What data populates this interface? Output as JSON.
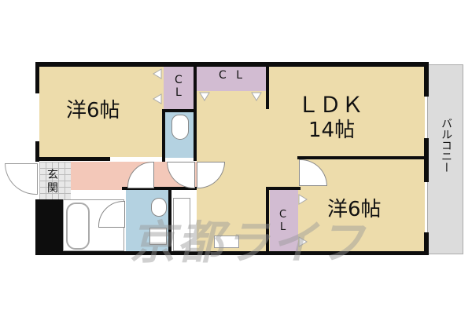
{
  "floorplan": {
    "rooms": {
      "western_room_1": {
        "label": "洋6帖",
        "type": "Western-style room",
        "size_jo": 6
      },
      "ldk": {
        "label_line1": "ＬＤＫ",
        "label_line2": "14帖",
        "type": "Living/Dining/Kitchen",
        "size_jo": 14
      },
      "western_room_2": {
        "label": "洋6帖",
        "type": "Western-style room",
        "size_jo": 6
      },
      "closet_1": {
        "label_line1": "C",
        "label_line2": "L"
      },
      "closet_2": {
        "label": "C L"
      },
      "closet_3": {
        "label_line1": "C",
        "label_line2": "L"
      },
      "entrance": {
        "label_line1": "玄",
        "label_line2": "関"
      },
      "balcony": {
        "label": "バルコニー"
      }
    },
    "watermark": {
      "text": "京都ライフ"
    },
    "colors": {
      "room_floor": "#eddcab",
      "closet": "#d2bcd2",
      "wet_area": "#b4d2e1",
      "hallway": "#f3c8b9",
      "balcony": "#dcdcdc",
      "wall": "#0d0d0d",
      "watermark": "#b4b4b4"
    }
  }
}
